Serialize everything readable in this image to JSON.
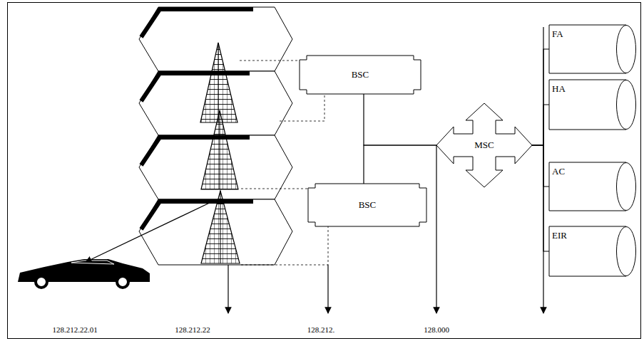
{
  "diagram": {
    "nodes": [
      {
        "text": [
          "BSC"
        ]
      },
      {
        "text": [
          "BSC"
        ]
      },
      {
        "text": [
          "MSC"
        ]
      },
      {
        "text": [
          "FA"
        ]
      },
      {
        "text": [
          "HA"
        ]
      },
      {
        "text": [
          "AC"
        ]
      },
      {
        "text": [
          "EIR"
        ]
      }
    ],
    "edges": [
      {
        "from": 0,
        "to": 2,
        "arrow": "none"
      },
      {
        "from": 1,
        "to": 2,
        "arrow": "none"
      },
      {
        "from": 2,
        "to": 3,
        "arrow": "none"
      },
      {
        "from": 2,
        "to": 4,
        "arrow": "none"
      },
      {
        "from": 2,
        "to": 5,
        "arrow": "none"
      },
      {
        "from": 2,
        "to": 6,
        "arrow": "none"
      }
    ],
    "labels": [
      "128.212.22.01",
      "128.212.22",
      "128.212.",
      "128.000"
    ]
  }
}
